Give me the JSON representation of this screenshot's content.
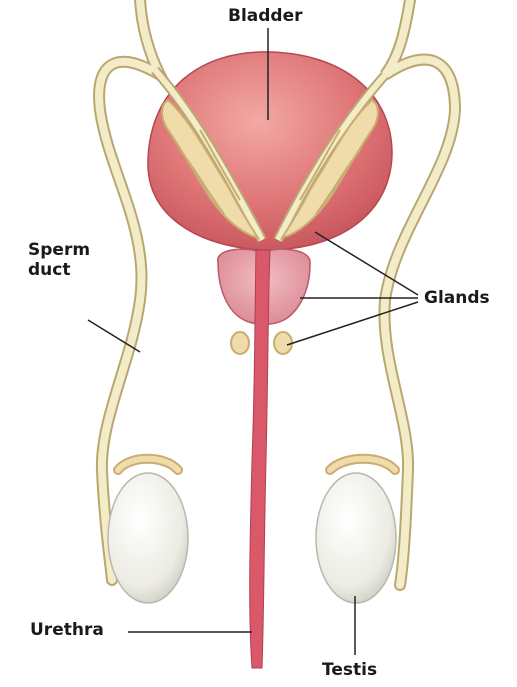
{
  "labels": {
    "bladder": "Bladder",
    "sperm_duct_line1": "Sperm",
    "sperm_duct_line2": "duct",
    "glands": "Glands",
    "urethra": "Urethra",
    "testis": "Testis"
  },
  "colors": {
    "bladder": "#d96a6e",
    "bladder_highlight": "#ee9a98",
    "gland": "#f0dcaa",
    "gland_outline": "#c9ad70",
    "duct": "#f4ecc8",
    "duct_outline": "#b9a772",
    "prostate": "#e8a2ac",
    "urethra": "#d9596a",
    "testis": "#f1f1ec",
    "testis_shadow": "#c8c8c0",
    "leader_line": "#222222"
  }
}
